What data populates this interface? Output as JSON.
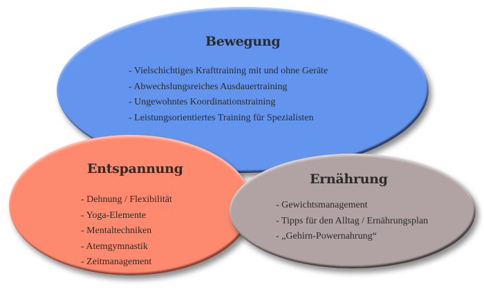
{
  "diagram": {
    "type": "overlapping-ellipses",
    "colors": {
      "bewegung": "#6495ee",
      "entspannung": "#fd8a6e",
      "ernaehrung": "#b1a3a3",
      "text": "#2b2b2b",
      "background": "#ffffff"
    },
    "bewegung": {
      "title": "Bewegung",
      "items": [
        "Vielschichtiges Krafttraining mit und ohne Geräte",
        "Abwechslungsreiches Ausdauertraining",
        "Ungewohntes Koordinationstraining",
        "Leistungsorientiertes Training für Spezialisten"
      ]
    },
    "entspannung": {
      "title": "Entspannung",
      "items": [
        "Dehnung / Flexibilität",
        "Yoga-Elemente",
        "Mentaltechniken",
        "Atemgymnastik",
        "Zeitmanagement"
      ]
    },
    "ernaehrung": {
      "title": "Ernährung",
      "items": [
        "Gewichtsmanagement",
        "Tipps für den Alltag / Ernährungsplan",
        "„Gehirn-Powernahrung“"
      ]
    }
  }
}
